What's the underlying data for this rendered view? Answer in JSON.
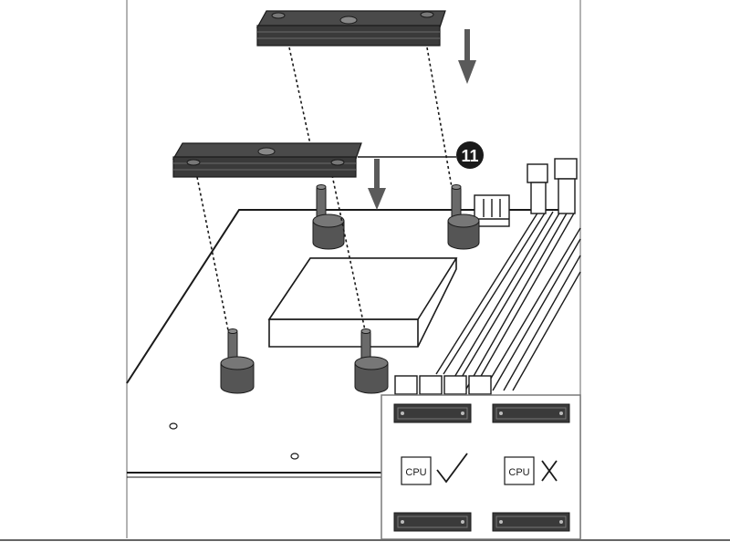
{
  "step": {
    "number": "11"
  },
  "inset": {
    "correct": {
      "cpu_label": "CPU",
      "mark": "✓"
    },
    "incorrect": {
      "cpu_label": "CPU",
      "mark": "✕"
    }
  },
  "colors": {
    "ink": "#1a1a1a",
    "ram_module": "#3a3a3a",
    "standoff": "#555555",
    "arrow": "#5a5a5a",
    "background": "#ffffff"
  }
}
